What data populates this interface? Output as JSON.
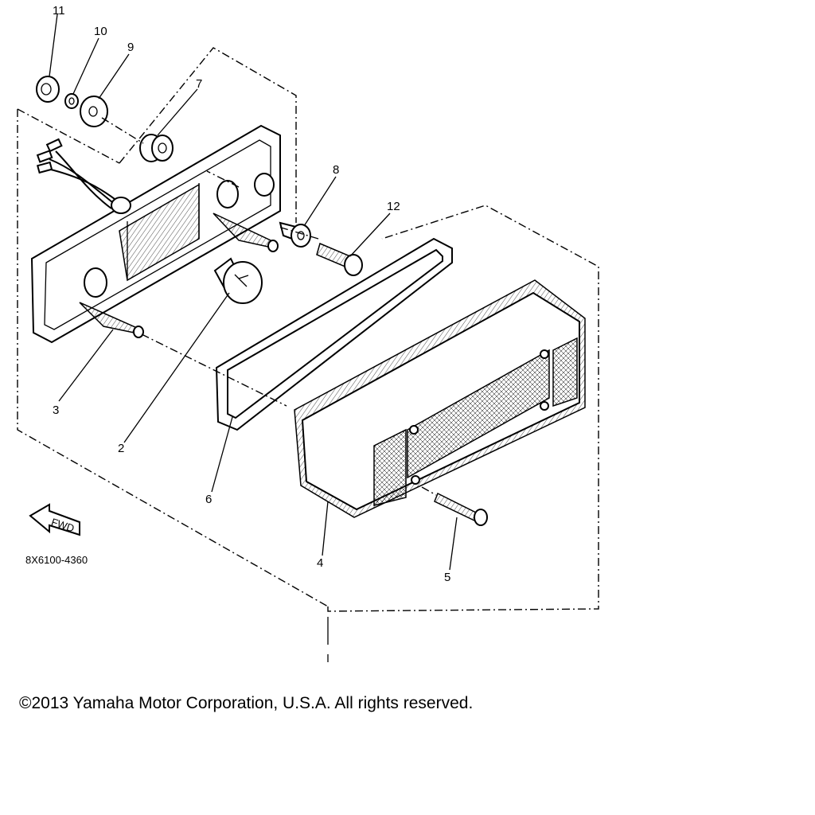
{
  "diagram": {
    "code": "8X6100-4360",
    "fwd_label": "FWD",
    "copyright": "©2013 Yamaha Motor Corporation, U.S.A. All rights reserved.",
    "callouts": [
      "11",
      "10",
      "9",
      "7",
      "8",
      "12",
      "3",
      "2",
      "6",
      "4",
      "5"
    ]
  }
}
